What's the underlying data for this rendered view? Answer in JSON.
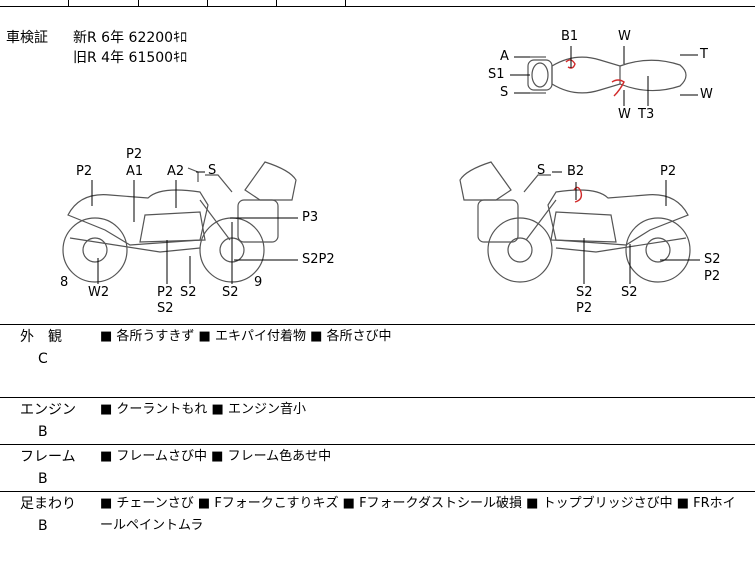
{
  "inspection": {
    "label": "車検証",
    "new_line": "新R 6年 62200ｷﾛ",
    "old_line": "旧R 4年 61500ｷﾛ"
  },
  "top_view": {
    "labels": [
      "A",
      "S1",
      "S",
      "B1",
      "W",
      "T",
      "W",
      "W",
      "T3"
    ]
  },
  "left_side": {
    "labels": [
      "P2",
      "P2",
      "A1",
      "A2",
      "S",
      "P3",
      "S2P2",
      "8",
      "W2",
      "P2",
      "S2",
      "S2",
      "S2",
      "9"
    ]
  },
  "right_side": {
    "labels": [
      "S",
      "B2",
      "P2",
      "S2",
      "P2",
      "S2",
      "S2",
      "P2"
    ]
  },
  "sections": [
    {
      "title": "外　観",
      "grade": "C",
      "body": "■ 各所うすきず ■ エキパイ付着物 ■ 各所さび中"
    },
    {
      "title": "エンジン",
      "grade": "B",
      "body": "■ クーラントもれ ■ エンジン音小"
    },
    {
      "title": "フレーム",
      "grade": "B",
      "body": "■ フレームさび中 ■ フレーム色あせ中"
    },
    {
      "title": "足まわり",
      "grade": "B",
      "body": "■ チェーンさび ■ Fフォークこすりキズ ■ Fフォークダストシール破損 ■ トップブリッジさび中 ■ FRホイールペイントムラ"
    }
  ]
}
